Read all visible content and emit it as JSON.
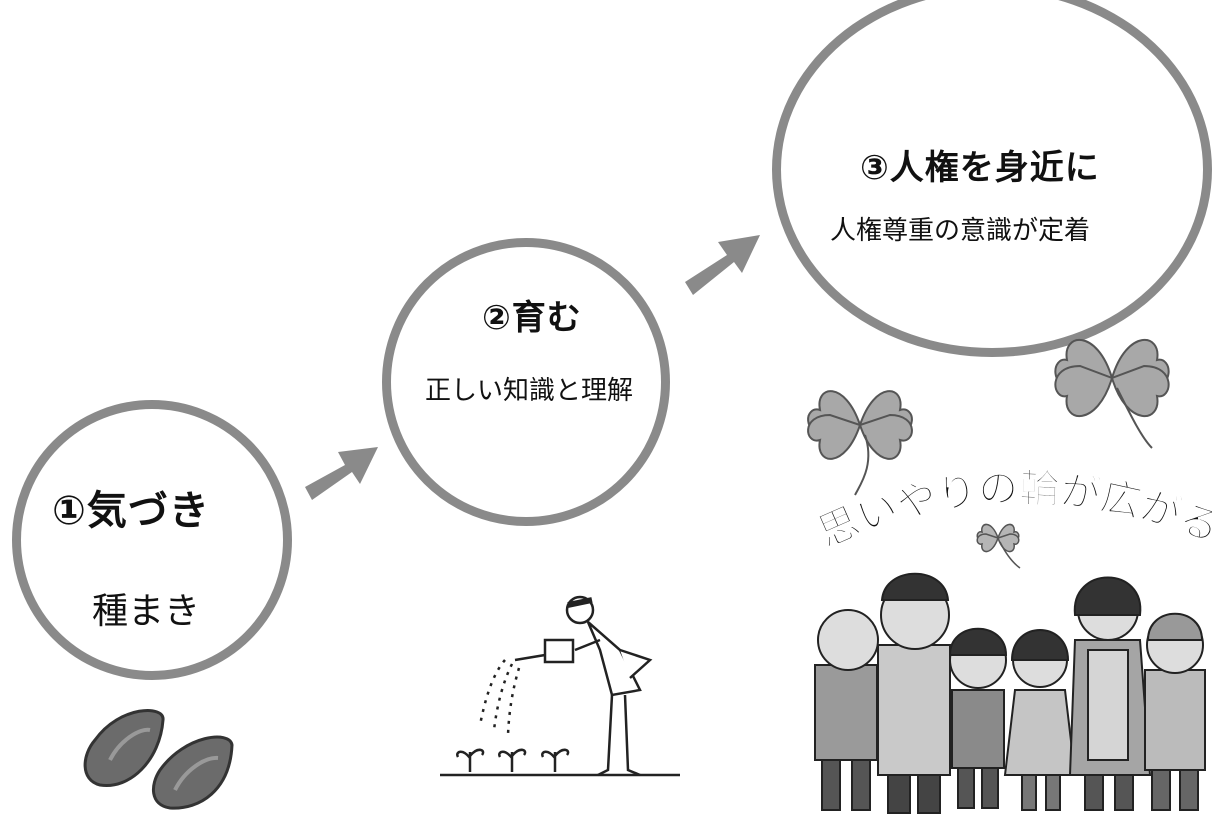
{
  "steps": [
    {
      "title": "①気づき",
      "subtitle": "種まき"
    },
    {
      "title": "②育む",
      "subtitle": "正しい知識と理解"
    },
    {
      "title": "③人権を身近に",
      "subtitle": "人権尊重の意識が定着"
    }
  ],
  "slogan": "思いやりの輪が広がる",
  "colors": {
    "circle_border": "#8a8a8a",
    "arrow": "#8a8a8a",
    "clover": "#a8a8a8",
    "seed": "#6b6b6b"
  },
  "illustrations": [
    "seeds-illustration",
    "watering-gardener-illustration",
    "family-group-illustration",
    "clover-icon"
  ]
}
